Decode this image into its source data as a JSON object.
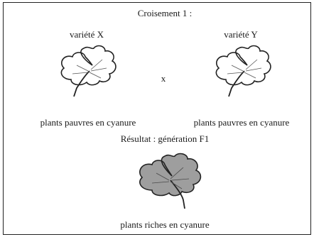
{
  "title": "Croisement 1 :",
  "parent_x": {
    "label": "variété X",
    "caption": "plants pauvres en cyanure"
  },
  "parent_y": {
    "label": "variété Y",
    "caption": "plants pauvres en cyanure"
  },
  "cross_symbol": "x",
  "result": {
    "heading": "Résultat : génération F1",
    "caption": "plants riches en cyanure"
  },
  "colors": {
    "poor_leaf_fill": "#ffffff",
    "rich_leaf_fill": "#9e9e9e",
    "outline": "#222222"
  },
  "icons": {
    "leaf_poor": "clover-leaf-outline-icon",
    "leaf_rich": "clover-leaf-shaded-icon"
  }
}
